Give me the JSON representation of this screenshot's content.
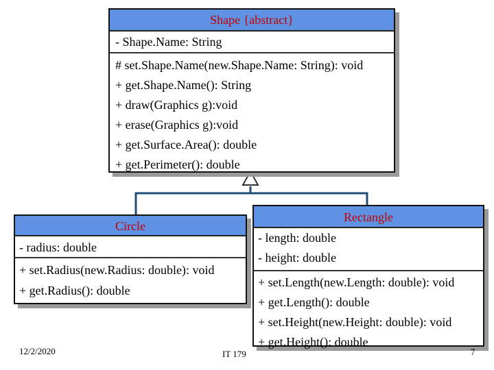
{
  "diagram": {
    "shape": {
      "title": "Shape {abstract}",
      "attributes": [
        "- Shape.Name: String"
      ],
      "methods": [
        "# set.Shape.Name(new.Shape.Name: String): void",
        "+ get.Shape.Name(): String",
        "+ draw(Graphics g):void",
        "+ erase(Graphics g):void",
        "+ get.Surface.Area(): double",
        "+ get.Perimeter(): double"
      ]
    },
    "circle": {
      "title": "Circle",
      "attributes": [
        "- radius: double"
      ],
      "methods": [
        "+ set.Radius(new.Radius: double): void",
        "+ get.Radius(): double"
      ]
    },
    "rectangle": {
      "title": "Rectangle",
      "attributes": [
        "- length: double",
        "- height: double"
      ],
      "methods": [
        "+ set.Length(new.Length: double): void",
        "+ get.Length(): double",
        "+ set.Height(new.Height: double): void",
        "+ get.Height(): double"
      ]
    }
  },
  "footer": {
    "date": "12/2/2020",
    "course": "IT 179",
    "page": "7"
  },
  "colors": {
    "header_fill": "#5f92e2",
    "title_text": "#c40000",
    "connector": "#1f4e79"
  }
}
